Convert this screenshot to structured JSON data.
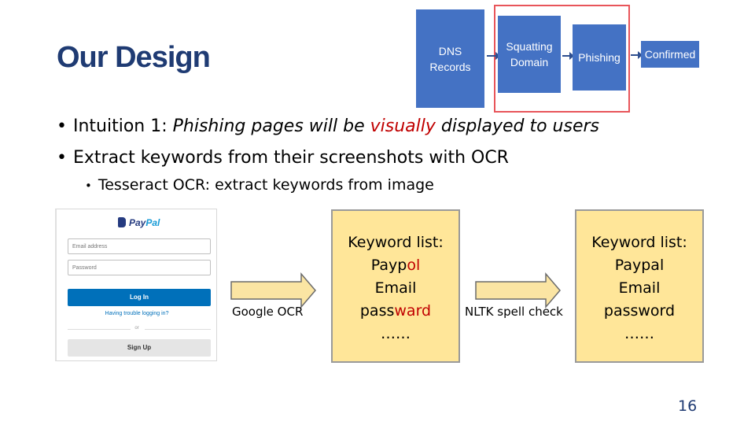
{
  "title": "Our Design",
  "pipeline": {
    "steps": [
      {
        "line1": "DNS",
        "line2": "Records"
      },
      {
        "line1": "Squatting",
        "line2": "Domain"
      },
      {
        "line1": "Phishing",
        "line2": ""
      },
      {
        "line1": "Confirmed",
        "line2": ""
      }
    ]
  },
  "bullets": {
    "b1_prefix": "Intuition 1: ",
    "b1_italic_a": "Phishing pages will be ",
    "b1_red": "visually",
    "b1_italic_b": " displayed to users",
    "b2": "Extract keywords from their screenshots with OCR",
    "b3": "Tesseract OCR: extract keywords from image"
  },
  "paypal": {
    "logo_pay": "Pay",
    "logo_pal": "Pal",
    "email_placeholder": "Email address",
    "password_placeholder": "Password",
    "login_label": "Log In",
    "trouble_link": "Having trouble logging in?",
    "or_label": "or",
    "signup_label": "Sign Up"
  },
  "flow": {
    "ocr_label": "Google OCR",
    "spell_label": "NLTK spell check"
  },
  "kw_left": {
    "heading": "Keyword list:",
    "w1_a": "Payp",
    "w1_b": "ol",
    "w2": "Email",
    "w3_a": "pass",
    "w3_b": "ward",
    "more": "……"
  },
  "kw_right": {
    "heading": "Keyword list:",
    "w1": "Paypal",
    "w2": "Email",
    "w3": "password",
    "more": "……"
  },
  "colors": {
    "title": "#1f3b73",
    "pipeline_box": "#4472c4",
    "highlight_border": "#e8555a",
    "emphasis_red": "#c00000",
    "keyword_card": "#ffe699",
    "arrow_fill": "#fbe5a3"
  },
  "page_number": "16"
}
